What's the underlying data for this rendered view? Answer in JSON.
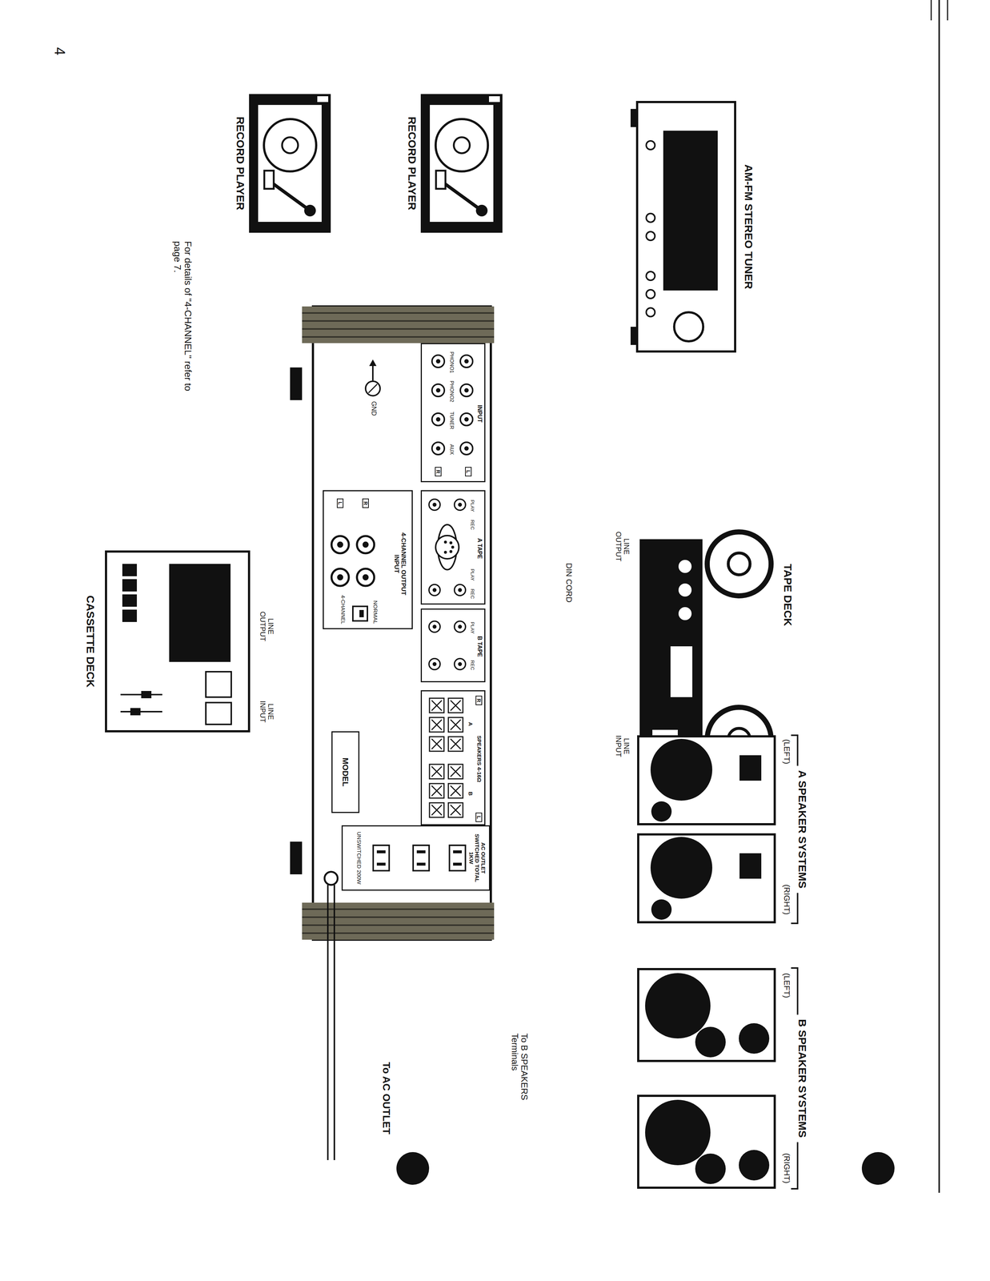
{
  "diagram": {
    "nodes": [
      {
        "text": [
          "AM-FM STEREO TUNER"
        ]
      },
      {
        "text": [
          "RECORD PLAYER"
        ]
      },
      {
        "text": [
          "RECORD PLAYER"
        ]
      },
      {
        "text": [
          "TAPE DECK"
        ]
      },
      {
        "text": [
          "INPUT",
          "PHONO1",
          "PHONO2",
          "TUNER",
          "AUX",
          "L",
          "R"
        ]
      },
      {
        "text": [
          "A TAPE",
          "PLAY",
          "REC",
          "PLAY",
          "REC"
        ]
      },
      {
        "text": [
          "B TAPE",
          "PLAY",
          "REC"
        ]
      },
      {
        "text": [
          "SPEAKERS 4-16Ω",
          "R",
          "L",
          "A",
          "B"
        ]
      },
      {
        "text": [
          "4-CHANNEL OUTPUT INPUT",
          "R",
          "L",
          "NORMAL",
          "4-CHANNEL"
        ]
      },
      {
        "text": [
          "MODEL"
        ]
      },
      {
        "text": [
          "AC OUTLET SWITCHED TOTAL 1KW",
          "UNSWITCHED 200W"
        ]
      },
      {
        "text": [
          "CASSETTE DECK"
        ]
      }
    ],
    "labels": [
      "4",
      "LINE OUTPUT",
      "DIN CORD",
      "LINE INPUT",
      "A SPEAKER SYSTEMS",
      "(LEFT)",
      "(RIGHT)",
      "B SPEAKER SYSTEMS",
      "(LEFT)",
      "(RIGHT)",
      "GND",
      "To B SPEAKERS Terminals",
      "To AC OUTLET",
      "LINE OUTPUT",
      "LINE INPUT",
      "For details of \"4-CHANNEL\" refer to page 7."
    ]
  }
}
